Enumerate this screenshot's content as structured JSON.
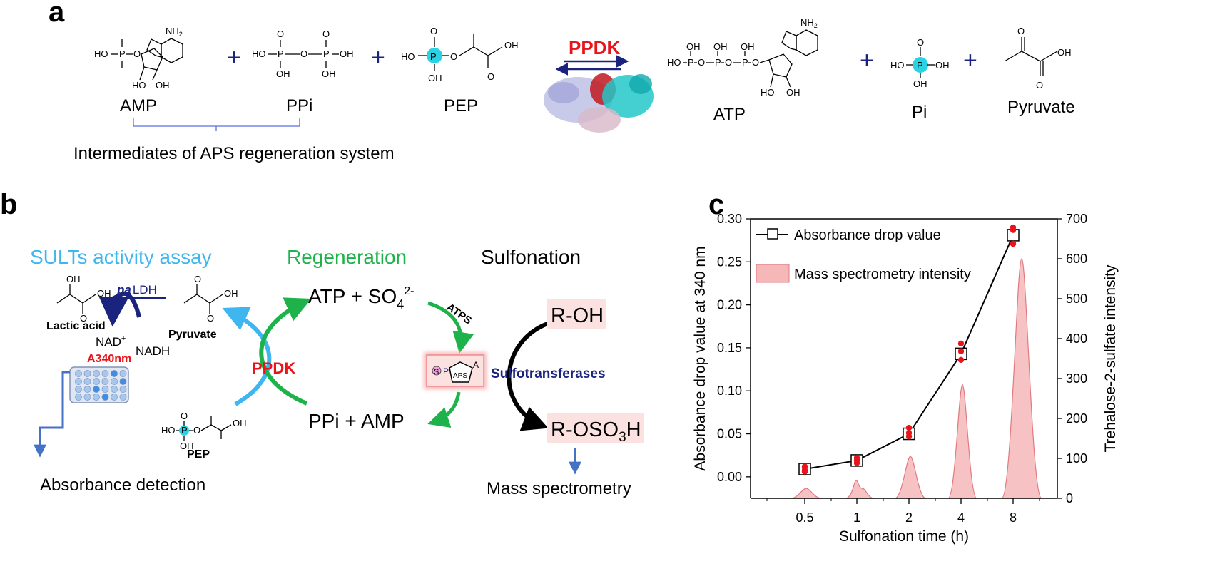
{
  "panels": {
    "a": "a",
    "b": "b",
    "c": "c"
  },
  "panel_a": {
    "AMP": "AMP",
    "PPi": "PPi",
    "PEP": "PEP",
    "ATP": "ATP",
    "Pi": "Pi",
    "Pyruvate": "Pyruvate",
    "plus": "+",
    "enzyme": "PPDK",
    "intermediates": "Intermediates of APS regeneration system",
    "atoms": {
      "NH2": "NH",
      "two": "2",
      "OH": "OH",
      "HO": "HO",
      "O": "O",
      "P": "P",
      "N": "N"
    }
  },
  "panel_b": {
    "assay_title": "SULTs activity assay",
    "regen_title": "Regeneration",
    "sulfo_title": "Sulfonation",
    "paldh_italic": "pa",
    "paldh_rest": "LDH",
    "lactic": "Lactic acid",
    "nad": "NAD",
    "nadh": "NADH",
    "a340": "A340nm",
    "pyruvate": "Pyruvate",
    "ppdk": "PPDK",
    "pep": "PEP",
    "atp_so4": "ATP +  SO",
    "so4_sub": "4",
    "so4_sup": "2-",
    "atps": "ATPS",
    "ppi_amp": "PPi + AMP",
    "aps": "APS",
    "s_letter": "S",
    "p_letter": "P",
    "a_letter": "A",
    "sulfotransferases": "Sulfotransferases",
    "roh": "R-OH",
    "roso3h_main": "R-OSO",
    "roso3h_sub": "3",
    "roso3h_h": "H",
    "absorbance_detection": "Absorbance detection",
    "mass_spec": "Mass spectrometry"
  },
  "colors": {
    "navy": "#1a237e",
    "red": "#e8141b",
    "cyan": "#29d3e3",
    "green": "#1db34a",
    "light_blue": "#3fb6f0",
    "pink_fill": "#f6b7b9",
    "pink_box": "#fbe1df",
    "plate_blue": "#3d8fe6"
  },
  "chart_data": {
    "type": "line+area",
    "xlabel": "Sulfonation time (h)",
    "ylabel_left": "Absorbance drop value at 340 nm",
    "ylabel_right": "Trehalose-2-sulfate intensity",
    "categories": [
      "0.5",
      "1",
      "2",
      "4",
      "8"
    ],
    "ylim_left": [
      -0.025,
      0.3
    ],
    "ylim_right": [
      0,
      700
    ],
    "yticks_left": [
      "0.00",
      "0.05",
      "0.10",
      "0.15",
      "0.20",
      "0.25",
      "0.30"
    ],
    "yticks_right": [
      "0",
      "100",
      "200",
      "300",
      "400",
      "500",
      "600",
      "700"
    ],
    "legend_placement": "top-left",
    "series": [
      {
        "name": "Absorbance drop value",
        "axis": "left",
        "style": "line-square",
        "values": [
          0.009,
          0.019,
          0.05,
          0.143,
          0.281
        ]
      },
      {
        "name": "Mass spectrometry intensity",
        "axis": "right",
        "style": "area-peaks",
        "peak_heights": [
          25,
          45,
          105,
          285,
          600
        ]
      }
    ],
    "replicate_points": [
      [
        0.008,
        0.012,
        0.006
      ],
      [
        0.022,
        0.016,
        0.019
      ],
      [
        0.057,
        0.047,
        0.051
      ],
      [
        0.155,
        0.136,
        0.146
      ],
      [
        0.29,
        0.271,
        0.287
      ]
    ]
  }
}
